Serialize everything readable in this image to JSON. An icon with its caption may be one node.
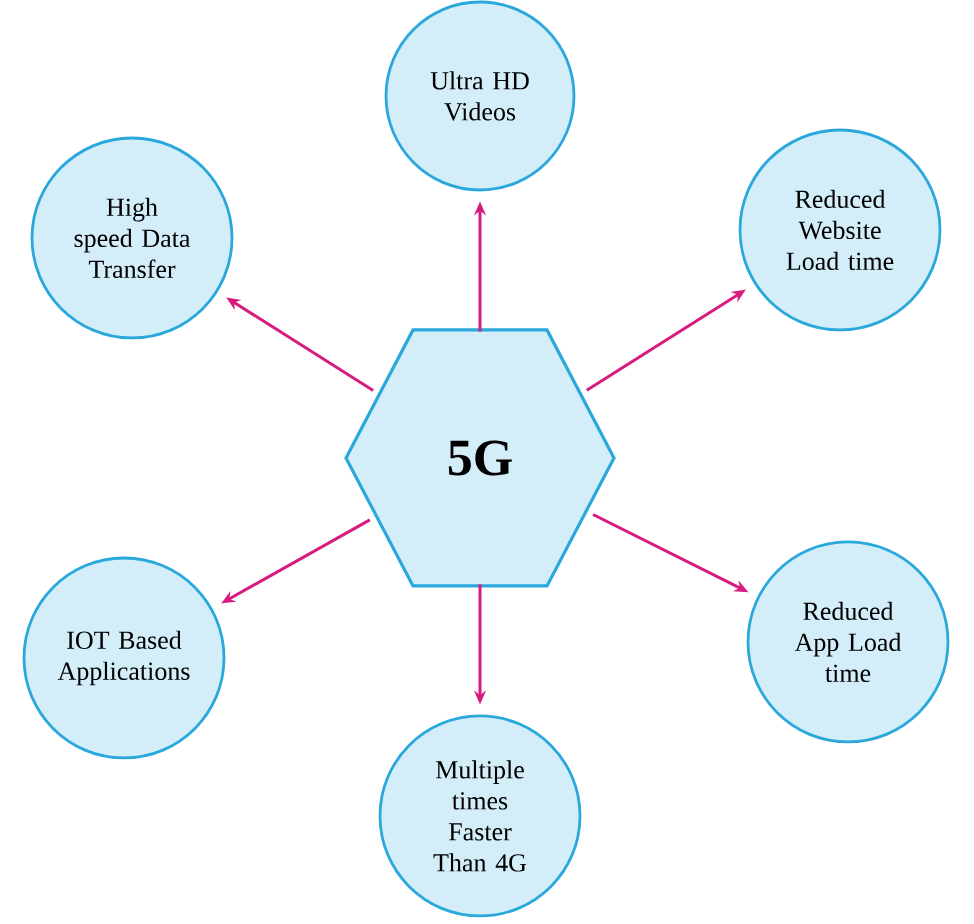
{
  "diagram": {
    "nodes": [
      {
        "text": [
          "5G"
        ]
      },
      {
        "text": [
          "Ultra HD Videos"
        ]
      },
      {
        "text": [
          "High speed Data Transfer"
        ]
      },
      {
        "text": [
          "Reduced Website Load time"
        ]
      },
      {
        "text": [
          "IOT Based Applications"
        ]
      },
      {
        "text": [
          "Reduced App Load time"
        ]
      },
      {
        "text": [
          "Multiple times Faster Than 4G"
        ]
      }
    ],
    "edges": [
      {
        "from": 0,
        "to": 1,
        "arrow": "to"
      },
      {
        "from": 0,
        "to": 2,
        "arrow": "to"
      },
      {
        "from": 0,
        "to": 3,
        "arrow": "to"
      },
      {
        "from": 0,
        "to": 4,
        "arrow": "to"
      },
      {
        "from": 0,
        "to": 5,
        "arrow": "to"
      },
      {
        "from": 0,
        "to": 6,
        "arrow": "to"
      }
    ]
  }
}
